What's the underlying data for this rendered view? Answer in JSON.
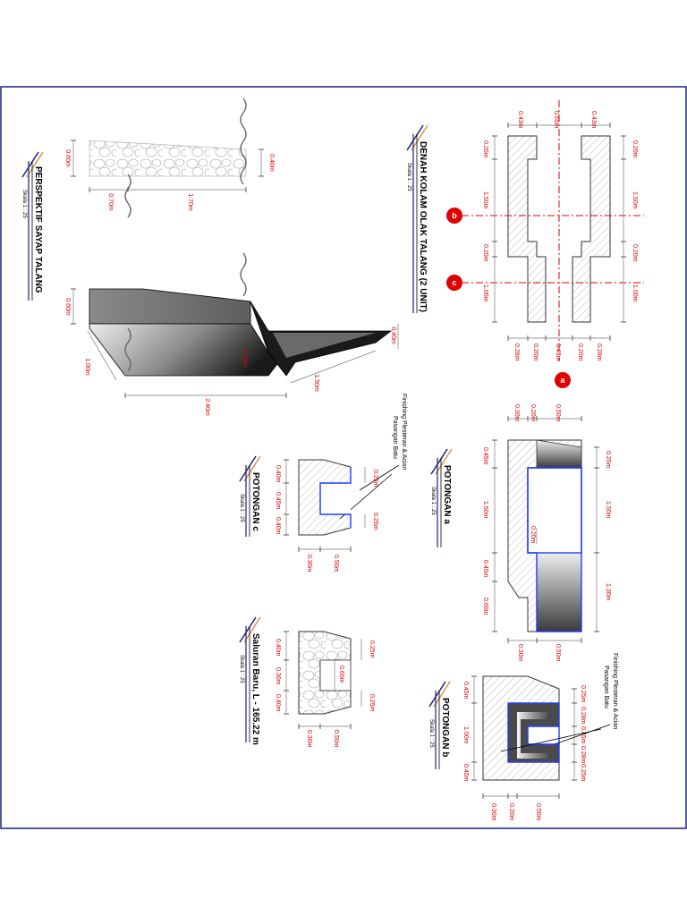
{
  "titles": {
    "perspektif": "PERSPEKTIF SAYAP TALANG",
    "denah": "DENAH KOLAM OLAK TALANG (2 UNIT)",
    "potongan_a": "POTONGAN a",
    "potongan_b": "POTONGAN b",
    "potongan_c": "POTONGAN c",
    "saluran": "Saluran Baru, L - 165.22 m"
  },
  "scale_label": "Skala 1 : 25",
  "markers": {
    "a": "a",
    "b": "b",
    "c": "c"
  },
  "notes": {
    "finishing": "Finishing Plesteran & Acian",
    "pasangan": "Pasangan Batu"
  },
  "dimensions": {
    "sayap_plan": [
      "0.60m",
      "0.40m",
      "0.70m",
      "1.70m"
    ],
    "sayap_persp": [
      "0.60m",
      "1.00m",
      "2.40m",
      "1.50m",
      "0.40m",
      "1.00m"
    ],
    "denah": [
      "0.43m",
      "0.65m",
      "0.43m",
      "0.20m",
      "1.50m",
      "0.20m",
      "1.00m",
      "0.20m",
      "1.50m",
      "0.20m",
      "1.00m",
      "0.28m",
      "0.20m",
      "0.45m",
      "0.20m",
      "0.28m"
    ],
    "potongan_a": [
      "0.30m",
      "0.20m",
      "0.50m",
      "0.45m",
      "1.50m",
      "0.45m",
      "0.60m",
      "0.25m",
      "1.50m",
      "1.30m",
      "0.20m",
      "0.30m",
      "0.50m"
    ],
    "potongan_c": [
      "0.40m",
      "0.45m",
      "0.40m",
      "0.25m",
      "0.25m",
      "0.30m",
      "0.50m"
    ],
    "saluran": [
      "0.40m",
      "0.30m",
      "0.40m",
      "0.25m",
      "0.60m",
      "0.25m",
      "0.30m",
      "0.50m"
    ],
    "potongan_b": [
      "0.45m",
      "1.00m",
      "0.45m",
      "0.25m",
      "0.28m",
      "0.45m",
      "0.28m",
      "0.25m",
      "0.30m",
      "0.20m",
      "0.50m"
    ]
  }
}
